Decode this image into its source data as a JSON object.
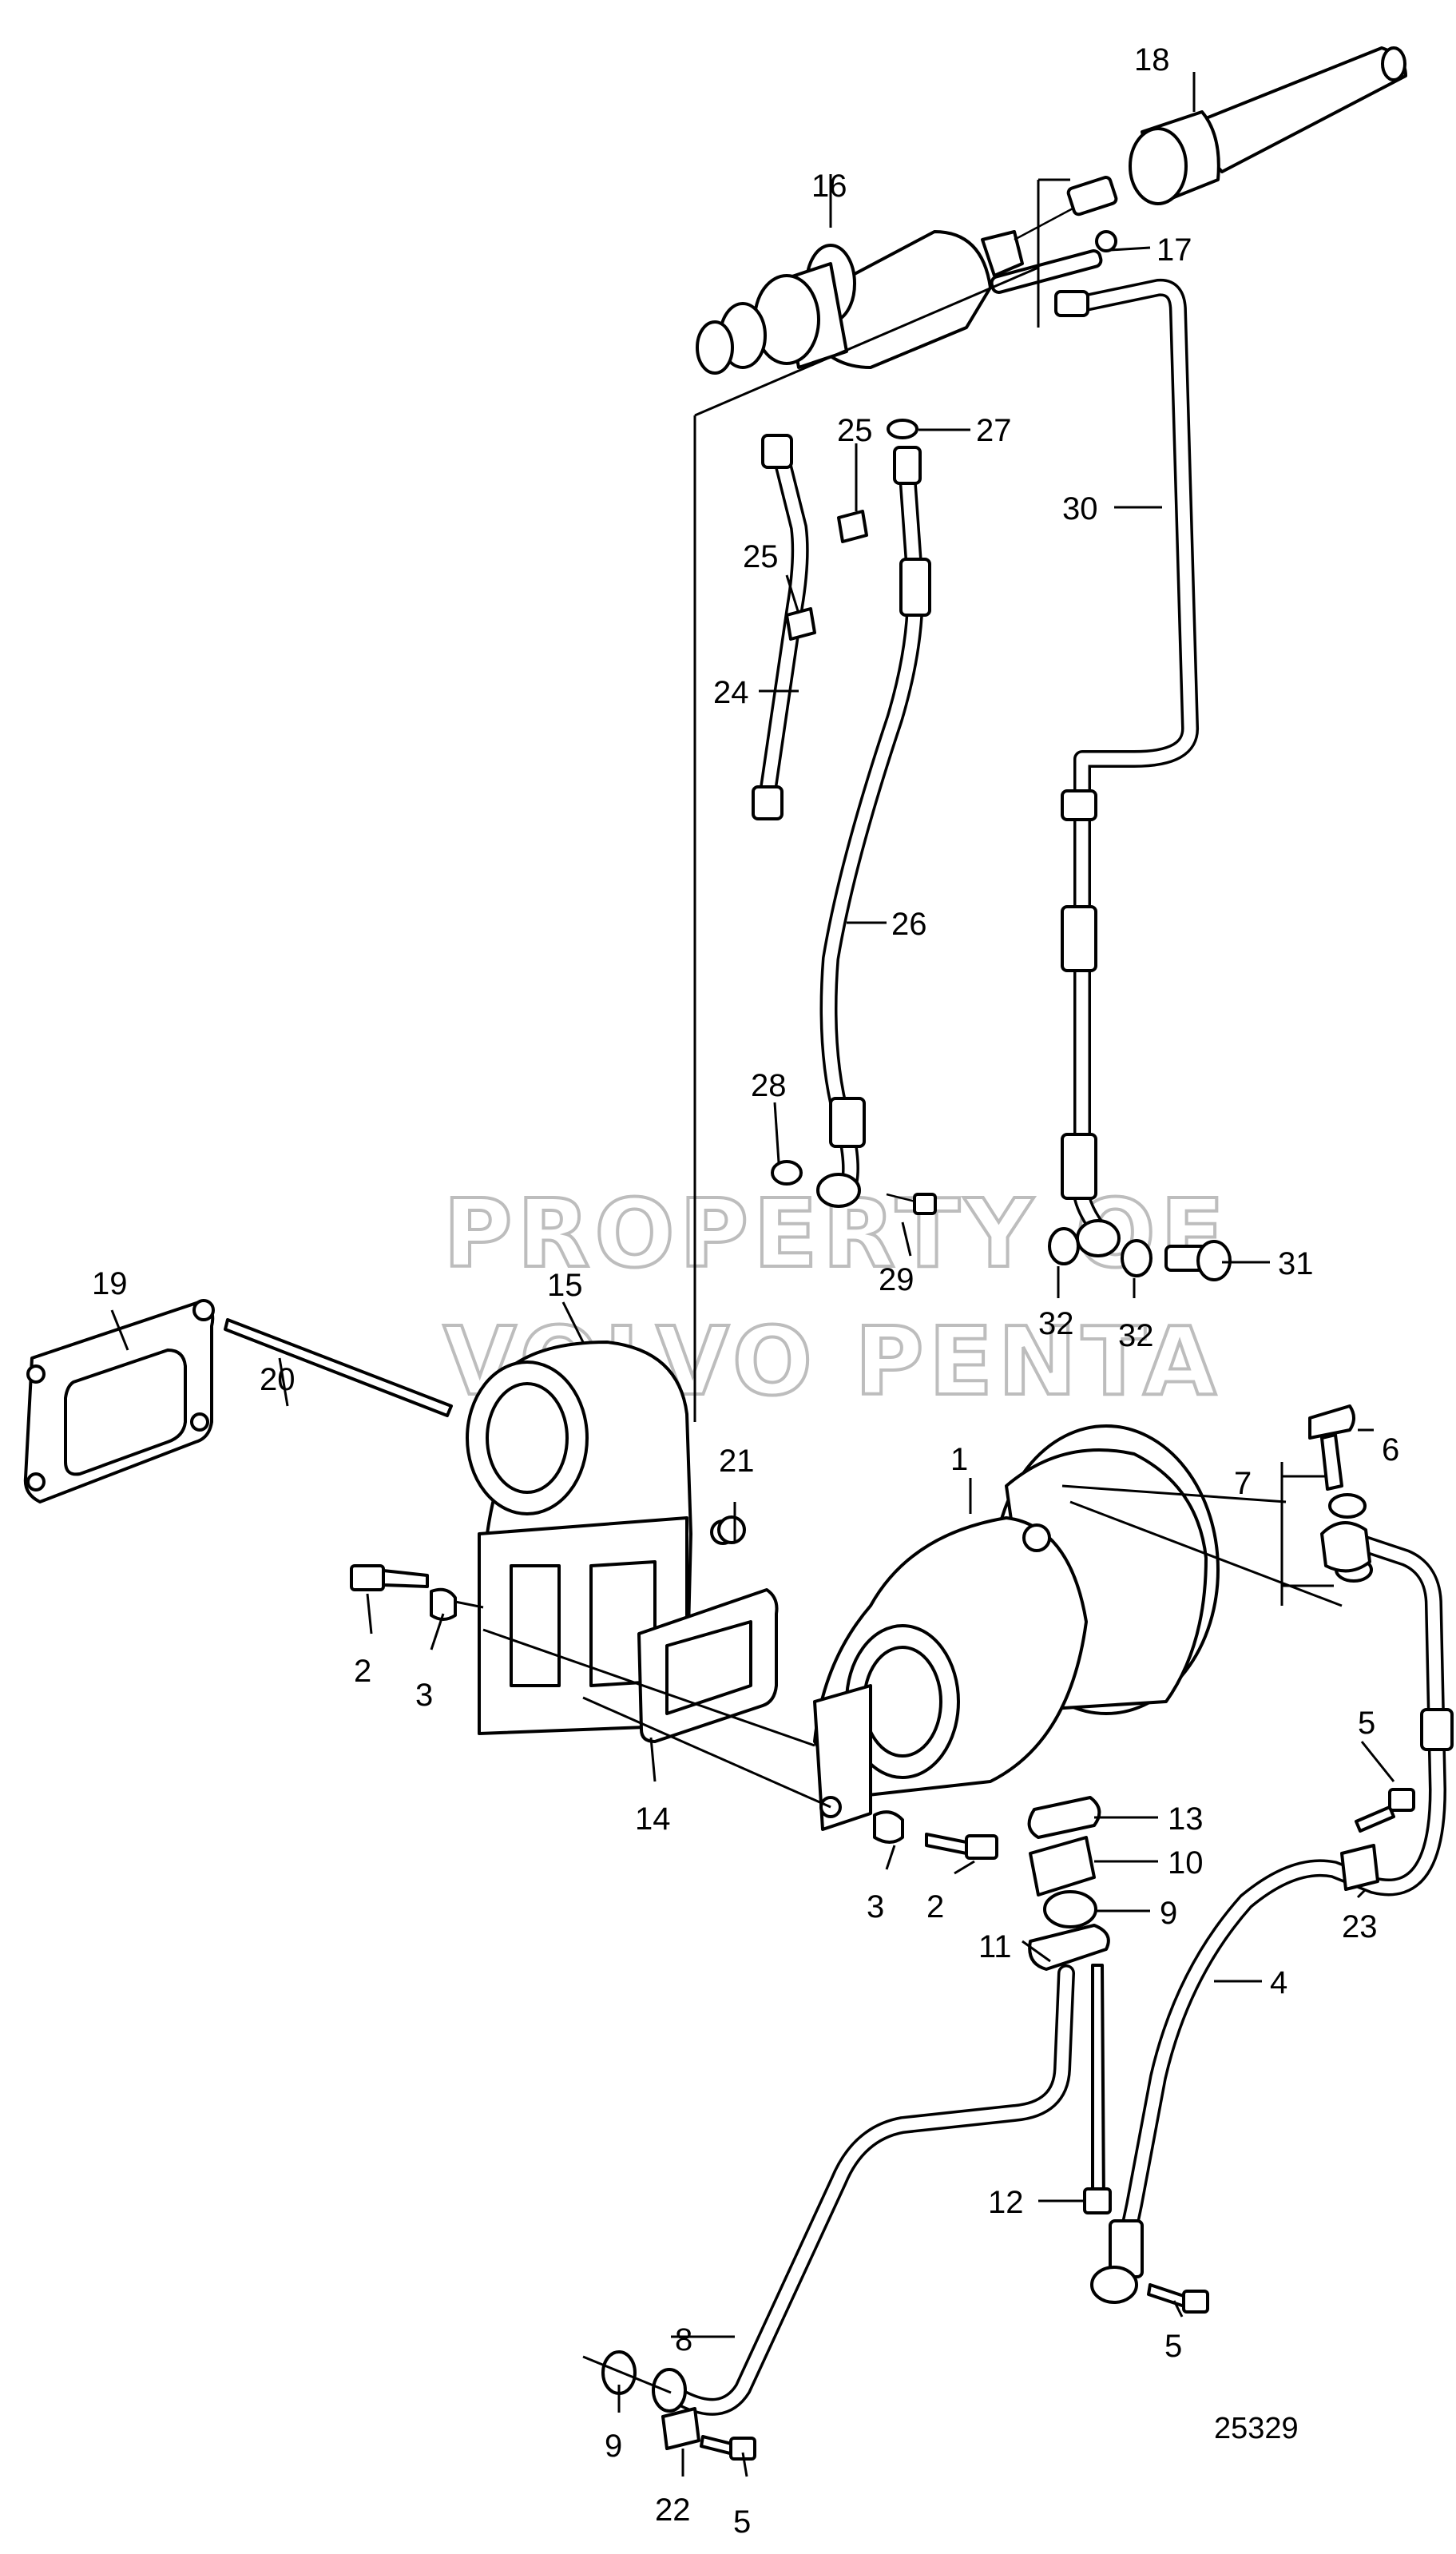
{
  "watermark": {
    "line1": "PROPERTY OF",
    "line2": "VOLVO PENTA"
  },
  "document_number": "25329",
  "callouts": {
    "c1": "1",
    "c2a": "2",
    "c2b": "2",
    "c3a": "3",
    "c3b": "3",
    "c4": "4",
    "c5a": "5",
    "c5b": "5",
    "c5c": "5",
    "c6": "6",
    "c7": "7",
    "c8": "8",
    "c9a": "9",
    "c9b": "9",
    "c10": "10",
    "c11": "11",
    "c12": "12",
    "c13": "13",
    "c14": "14",
    "c15": "15",
    "c16": "16",
    "c17": "17",
    "c18": "18",
    "c19": "19",
    "c20": "20",
    "c21": "21",
    "c22": "22",
    "c23": "23",
    "c24": "24",
    "c25a": "25",
    "c25b": "25",
    "c26": "26",
    "c27": "27",
    "c28": "28",
    "c29": "29",
    "c30": "30",
    "c31": "31",
    "c32a": "32",
    "c32b": "32"
  }
}
